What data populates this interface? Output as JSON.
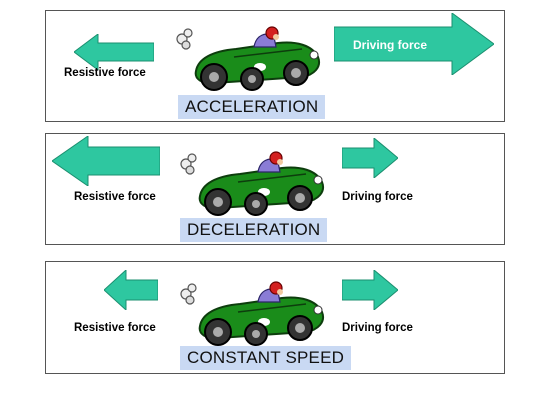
{
  "colors": {
    "arrow": "#2ec7a0",
    "arrow_edge": "#1b8f6f",
    "caption_bg": "#c9d9f3",
    "car_green": "#1a8c1a"
  },
  "panels": [
    {
      "caption": "ACCELERATION",
      "resistive_label": "Resistive force",
      "driving_label": "Driving force"
    },
    {
      "caption": "DECELERATION",
      "resistive_label": "Resistive force",
      "driving_label": "Driving force"
    },
    {
      "caption": "CONSTANT SPEED",
      "resistive_label": "Resistive force",
      "driving_label": "Driving force"
    }
  ]
}
